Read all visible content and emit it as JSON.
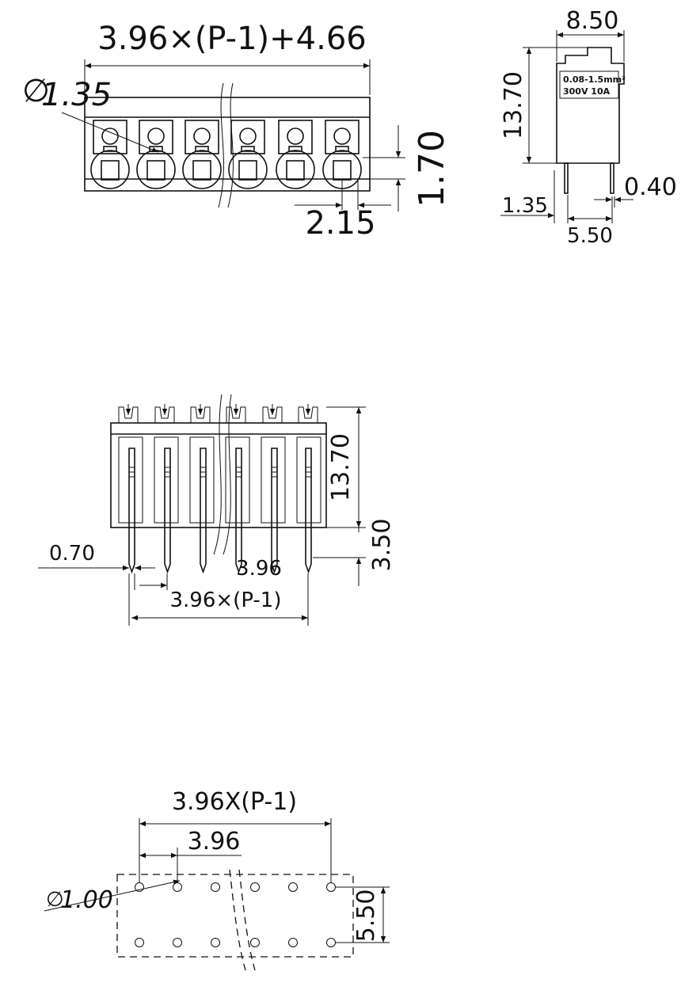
{
  "front_view": {
    "overall_length": "3.96×(P-1)+4.66",
    "hole_diameter": "1.35",
    "pin_offset": "2.15",
    "height": "1.70",
    "diameter_symbol": "∅"
  },
  "side_view": {
    "width": "8.50",
    "height": "13.70",
    "left_offset": "1.35",
    "pin_thickness": "0.40",
    "pin_spacing": "5.50",
    "label_rating": "0.08-1.5mm²",
    "label_voltage": "300V  10A"
  },
  "bottom_view": {
    "height": "13.70",
    "pin_length": "3.50",
    "pin_width": "0.70",
    "pitch": "3.96",
    "span": "3.96×(P-1)"
  },
  "pcb_layout": {
    "span": "3.96X(P-1)",
    "pitch": "3.96",
    "hole_diameter": "1.00",
    "row_spacing": "5.50",
    "diameter_symbol": "∅"
  }
}
